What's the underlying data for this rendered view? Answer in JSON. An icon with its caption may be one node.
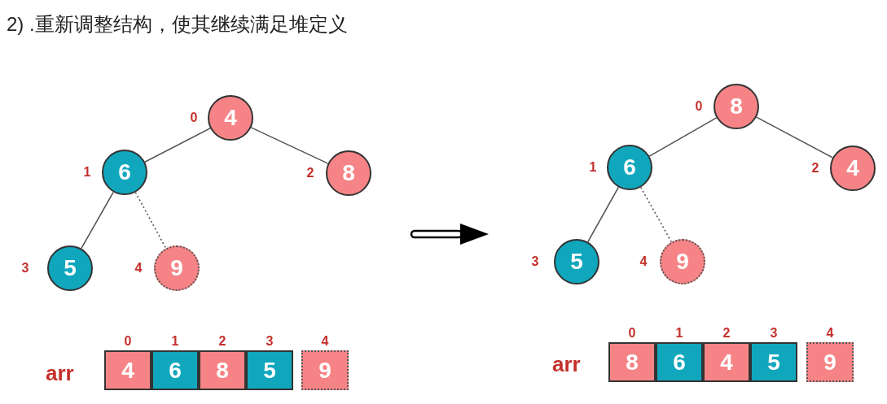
{
  "diagram": {
    "title": "2) .重新调整结构，使其继续满足堆定义",
    "nodes": [
      {
        "text": [
          "4"
        ],
        "beside": [
          "0"
        ]
      },
      {
        "text": [
          "6"
        ],
        "beside": [
          "1"
        ]
      },
      {
        "text": [
          "8"
        ],
        "beside": [
          "2"
        ]
      },
      {
        "text": [
          "5"
        ],
        "beside": [
          "3"
        ]
      },
      {
        "text": [
          "9"
        ],
        "beside": [
          "4"
        ]
      },
      {
        "text": [
          "4"
        ],
        "beside": [
          "0"
        ]
      },
      {
        "text": [
          "6"
        ],
        "beside": [
          "1"
        ]
      },
      {
        "text": [
          "8"
        ],
        "beside": [
          "2"
        ]
      },
      {
        "text": [
          "5"
        ],
        "beside": [
          "3"
        ]
      },
      {
        "text": [
          "9"
        ],
        "beside": [
          "4"
        ]
      },
      {
        "text": [
          "8"
        ],
        "beside": [
          "0"
        ]
      },
      {
        "text": [
          "6"
        ],
        "beside": [
          "1"
        ]
      },
      {
        "text": [
          "4"
        ],
        "beside": [
          "2"
        ]
      },
      {
        "text": [
          "5"
        ],
        "beside": [
          "3"
        ]
      },
      {
        "text": [
          "9"
        ],
        "beside": [
          "4"
        ]
      },
      {
        "text": [
          "8"
        ],
        "beside": [
          "0"
        ]
      },
      {
        "text": [
          "6"
        ],
        "beside": [
          "1"
        ]
      },
      {
        "text": [
          "4"
        ],
        "beside": [
          "2"
        ]
      },
      {
        "text": [
          "5"
        ],
        "beside": [
          "3"
        ]
      },
      {
        "text": [
          "9"
        ],
        "beside": [
          "4"
        ]
      }
    ],
    "edges": [
      {
        "from": 0,
        "to": 1,
        "arrow": "none"
      },
      {
        "from": 0,
        "to": 2,
        "arrow": "none"
      },
      {
        "from": 1,
        "to": 3,
        "arrow": "none"
      },
      {
        "from": 1,
        "to": 4,
        "arrow": "none",
        "style": "dashed"
      },
      {
        "from": 10,
        "to": 11,
        "arrow": "none"
      },
      {
        "from": 10,
        "to": 12,
        "arrow": "none"
      },
      {
        "from": 11,
        "to": 13,
        "arrow": "none"
      },
      {
        "from": 11,
        "to": 14,
        "arrow": "none",
        "style": "dashed"
      }
    ],
    "labels": [
      "arr",
      "arr"
    ]
  }
}
